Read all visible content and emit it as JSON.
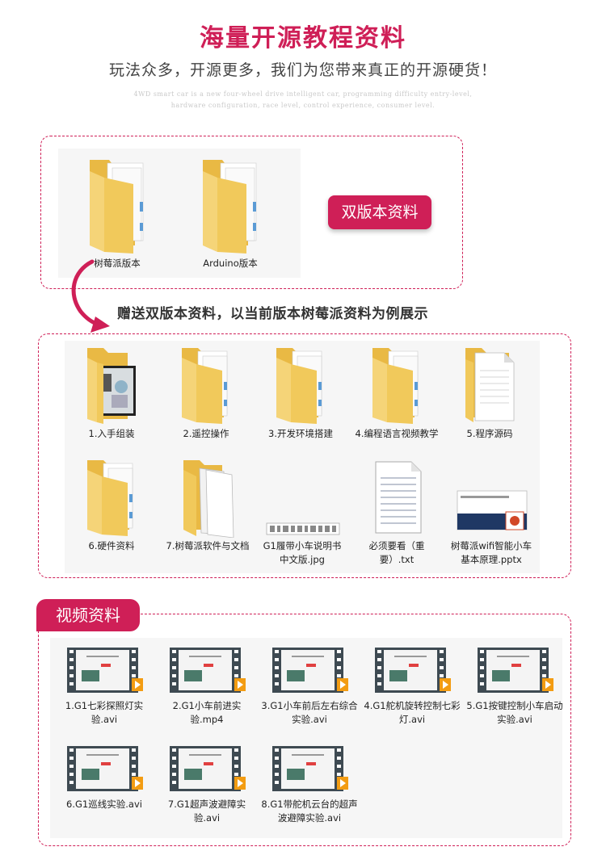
{
  "header": {
    "title": "海量开源教程资料",
    "subtitle": "玩法众多，开源更多，我们为您带来真正的开源硬货！",
    "en_line1": "4WD smart car is a new four-wheel drive intelligent car, programming difficulty entry-level,",
    "en_line2": "hardware configuration, race level, control experience, consumer level."
  },
  "versions": {
    "badge": "双版本资料",
    "folders": [
      {
        "label": "树莓派版本"
      },
      {
        "label": "Arduino版本"
      }
    ]
  },
  "gift_text": "赠送双版本资料，以当前版本树莓派资料为例展示",
  "files": [
    {
      "label": "1.入手组装",
      "kind": "folder-photo"
    },
    {
      "label": "2.遥控操作",
      "kind": "folder"
    },
    {
      "label": "3.开发环境搭建",
      "kind": "folder"
    },
    {
      "label": "4.编程语言视频教学",
      "kind": "folder"
    },
    {
      "label": "5.程序源码",
      "kind": "folder-doc"
    },
    {
      "label": "6.硬件资料",
      "kind": "folder"
    },
    {
      "label": "7.树莓派软件与文档",
      "kind": "folder-doc"
    },
    {
      "label": "G1履带小车说明书 中文版.jpg",
      "kind": "jpg"
    },
    {
      "label": "必须要看（重要）.txt",
      "kind": "txt"
    },
    {
      "label": "树莓派wifi智能小车基本原理.pptx",
      "kind": "pptx"
    }
  ],
  "videos": {
    "tab": "视频资料",
    "items": [
      {
        "label": "1.G1七彩探照灯实验.avi"
      },
      {
        "label": "2.G1小车前进实验.mp4"
      },
      {
        "label": "3.G1小车前后左右综合实验.avi"
      },
      {
        "label": "4.G1舵机旋转控制七彩灯.avi"
      },
      {
        "label": "5.G1按键控制小车启动实验.avi"
      },
      {
        "label": "6.G1巡线实验.avi"
      },
      {
        "label": "7.G1超声波避障实验.avi"
      },
      {
        "label": "8.G1带舵机云台的超声波避障实验.avi"
      }
    ]
  },
  "colors": {
    "accent": "#cf1f57",
    "folder": "#f1c95b"
  }
}
